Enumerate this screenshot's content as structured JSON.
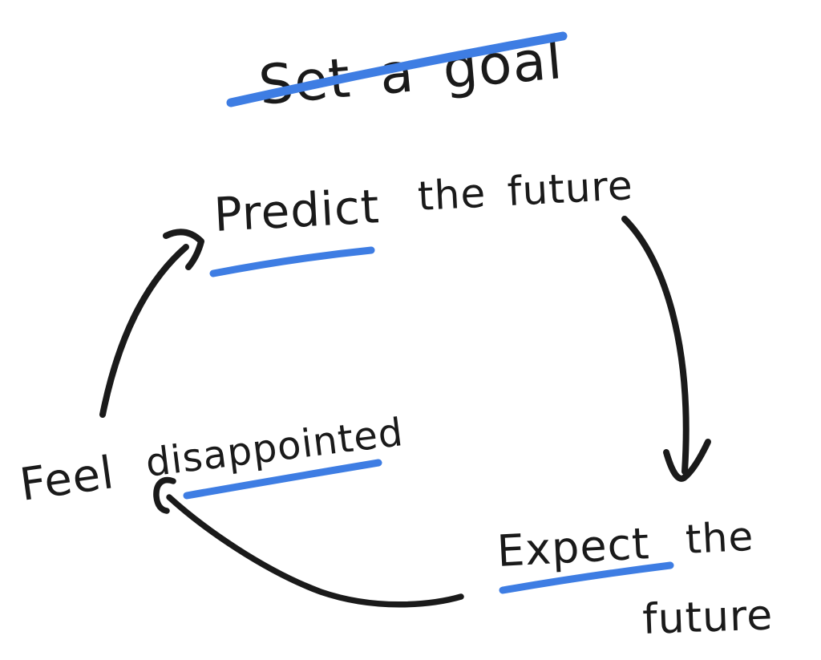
{
  "diagram": {
    "background_color": "#ffffff",
    "ink_color": "#1a1a1a",
    "accent_color": "#3e7de3",
    "goal": {
      "label": "Set a goal",
      "crossed_out": true
    },
    "predict": {
      "full_label": "Predict the future",
      "emphasis": "Predict",
      "rest": "the future",
      "underlined_word": "Predict"
    },
    "expect": {
      "full_label": "Expect the future",
      "emphasis": "Expect",
      "rest_line1": "the",
      "rest_line2": "future",
      "underlined_word": "Expect"
    },
    "feel": {
      "full_label": "Feel disappointed",
      "prefix": "Feel",
      "emphasis": "disappointed",
      "underlined_word": "disappointed"
    },
    "arrows": [
      {
        "from": "Predict the future",
        "to": "Expect the future"
      },
      {
        "from": "Expect the future",
        "to": "Feel disappointed"
      },
      {
        "from": "Feel disappointed",
        "to": "Predict the future"
      }
    ]
  }
}
